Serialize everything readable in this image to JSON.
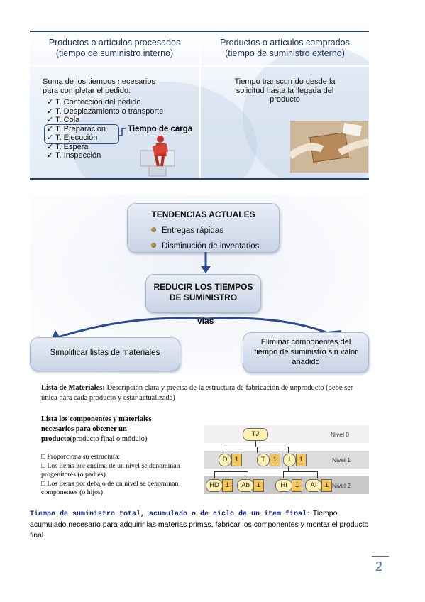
{
  "table": {
    "left_header": "Productos o artículos procesados\n(tiempo de suministro interno)",
    "right_header": "Productos o artículos comprados\n(tiempo de suministro externo)",
    "left_intro": "Suma de los tiempos necesarios\npara completar el pedido:",
    "left_items": [
      "✓ T. Confección del pedido",
      "✓ T. Desplazamiento o transporte",
      "✓ T. Cola",
      "✓ T. Preparación",
      "✓ T. Ejecución",
      "✓ T. Espera",
      "✓ T. Inspección"
    ],
    "carga_label": "Tiempo de carga",
    "right_text": "Tiempo transcurrido desde la\nsolicitud hasta la llegada del\nproducto"
  },
  "diagram": {
    "top_title": "TENDENCIAS ACTUALES",
    "top_bullets": [
      "Entregas rápidas",
      "Disminución de inventarios"
    ],
    "middle_title": "REDUCIR LOS TIEMPOS\nDE SUMINISTRO",
    "vias_label": "vías",
    "left_box": "Simplificar listas de materiales",
    "right_box": "Eliminar componentes del\ntiempo de suministro sin valor\nañadido"
  },
  "lista": {
    "label": "Lista de Materiales:",
    "text": " Descripción clara y precisa de la estructura de fabricación de unproducto (debe ser única para cada producto y estar actualizada)"
  },
  "components": {
    "bold": "Lista los componentes y materiales necesarios para obtener un producto",
    "normal": "(producto final o módulo)",
    "bullets": [
      "□ Proporciona su estructura:",
      "□ Los ítems por encima de un nivel se denominan progenitores (o padres)",
      "□ Los ítems por debajo de un nivel se denominan componentes (o hijos)"
    ]
  },
  "tree": {
    "levels": [
      "Nivel 0",
      "Nivel 1",
      "Nivel 2"
    ],
    "root": "TJ",
    "level1": [
      {
        "name": "D",
        "qty": "1"
      },
      {
        "name": "T",
        "qty": "1"
      },
      {
        "name": "I",
        "qty": "1"
      }
    ],
    "level2": [
      {
        "name": "HD",
        "qty": "1"
      },
      {
        "name": "Ab",
        "qty": "1"
      },
      {
        "name": "HI",
        "qty": "1"
      },
      {
        "name": "AI",
        "qty": "1"
      }
    ]
  },
  "final": {
    "label": "Tiempo de suministro total, acumulado o de ciclo de un ítem final:",
    "text": " Tiempo acumulado necesario para adquirir las materias primas, fabricar los componentes y montar el producto final"
  },
  "page_number": "2",
  "colors": {
    "header_line": "#1f3f7a",
    "box_fill": "#c9d4e6",
    "arrow": "#2b4a8f",
    "tree_node": "#fff0b3",
    "tree_qty": "#f5c55a",
    "page_number": "#4a6ea8"
  }
}
